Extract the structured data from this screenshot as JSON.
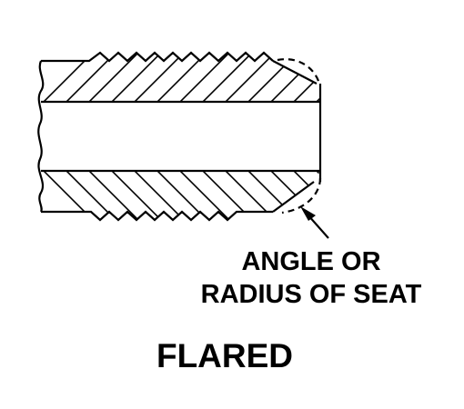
{
  "diagram": {
    "callout_line1": "ANGLE OR",
    "callout_line2": "RADIUS OF SEAT",
    "caption": "FLARED",
    "line_color": "#000000",
    "background": "#ffffff"
  }
}
